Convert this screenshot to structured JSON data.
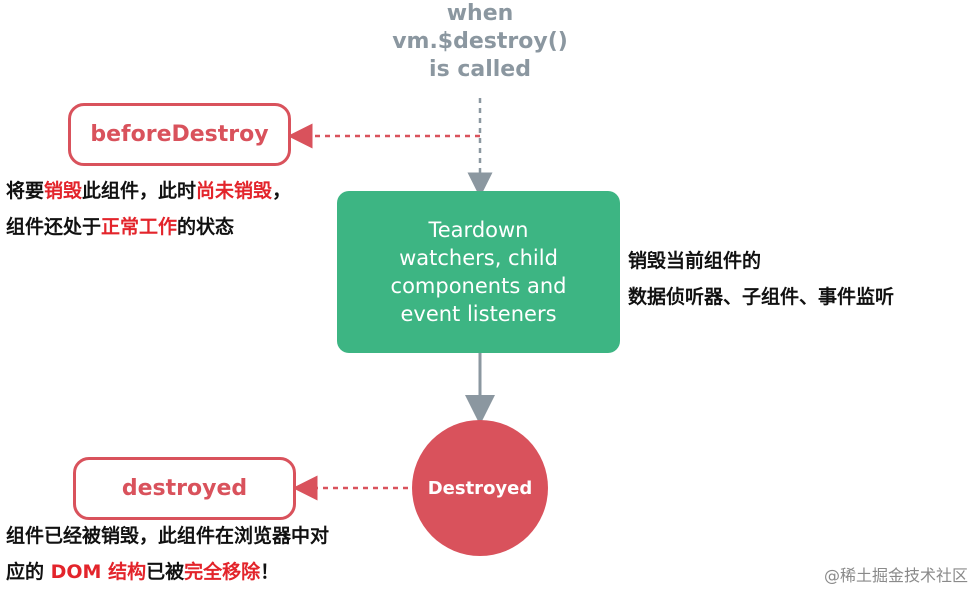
{
  "trigger": {
    "line1": "when",
    "line2": "vm.$destroy()",
    "line3": "is called"
  },
  "hooks": {
    "before_destroy": "beforeDestroy",
    "destroyed": "destroyed"
  },
  "process": {
    "line1": "Teardown",
    "line2": "watchers, child",
    "line3": "components and",
    "line4": "event listeners"
  },
  "state": {
    "label": "Destroyed"
  },
  "notes": {
    "before_destroy": {
      "line1": {
        "a": "将要",
        "b": "销毁",
        "c": "此组件，此时",
        "d": "尚未销毁",
        "e": "，"
      },
      "line2": {
        "a": "组件还处于",
        "b": "正常工作",
        "c": "的状态"
      }
    },
    "process": {
      "line1": "销毁当前组件的",
      "line2": "数据侦听器、子组件、事件监听"
    },
    "destroyed": {
      "line1": "组件已经被销毁，此组件在浏览器中对",
      "line2": {
        "a": "应的 ",
        "b": "DOM",
        "c": " ",
        "d": "结构",
        "e": "已被",
        "f": "完全移除",
        "g": "！"
      }
    }
  },
  "watermark": "@稀土掘金技术社区",
  "colors": {
    "hook_red": "#d9525c",
    "process_green": "#3db583",
    "arrow_gray": "#8b97a0",
    "highlight_red": "#e3242b"
  }
}
